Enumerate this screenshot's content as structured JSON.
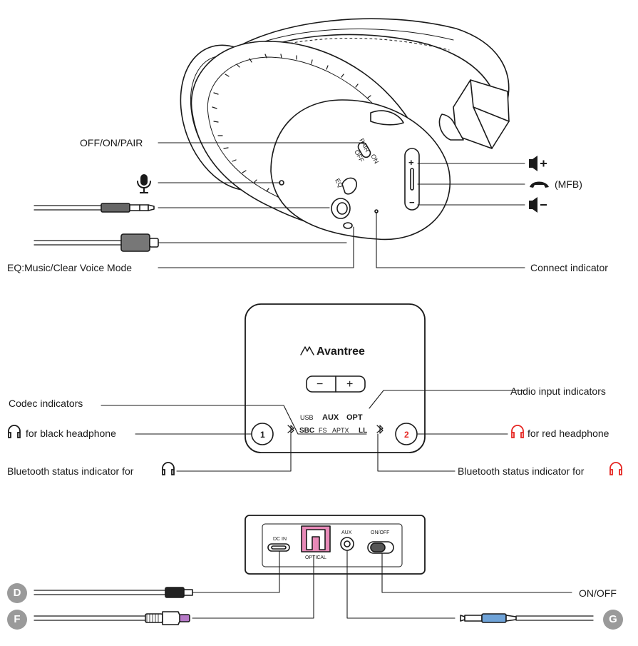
{
  "headphone_labels": {
    "power_switch": "OFF/ON/PAIR",
    "eq_mode": "EQ:Music/Clear Voice Mode",
    "connect_indicator": "Connect indicator",
    "mfb": "(MFB)",
    "switch_pair": "PAIR",
    "switch_off": "OFF",
    "switch_on": "ON",
    "eq_button": "EQ",
    "vol_up_symbol": "+",
    "vol_down_symbol": "−"
  },
  "transmitter_front": {
    "brand": "Avantree",
    "minus": "−",
    "plus": "+",
    "input_usb": "USB",
    "input_aux": "AUX",
    "input_opt": "OPT",
    "codec_sbc": "SBC",
    "codec_fs": "FS",
    "codec_aptx": "APTX",
    "codec_ll": "LL",
    "channel_1": "1",
    "channel_2": "2",
    "codec_indicators": "Codec indicators",
    "audio_input_indicators": "Audio input indicators",
    "black_headphone": "for black headphone",
    "red_headphone": "for red headphone",
    "bt_status_left": "Bluetooth status indicator for",
    "bt_status_right": "Bluetooth status indicator for"
  },
  "transmitter_back": {
    "dc_in": "DC IN",
    "optical": "OPTICAL",
    "aux": "AUX",
    "on_off_port": "ON/OFF",
    "on_off_label": "ON/OFF",
    "badge_d": "D",
    "badge_f": "F",
    "badge_g": "G"
  },
  "colors": {
    "red_accent": "#e52521",
    "optical_pink": "#e88ab8",
    "aux_plug_blue": "#6fa3d8",
    "cable_gray": "#777777",
    "badge_gray": "#9a9a9a"
  }
}
